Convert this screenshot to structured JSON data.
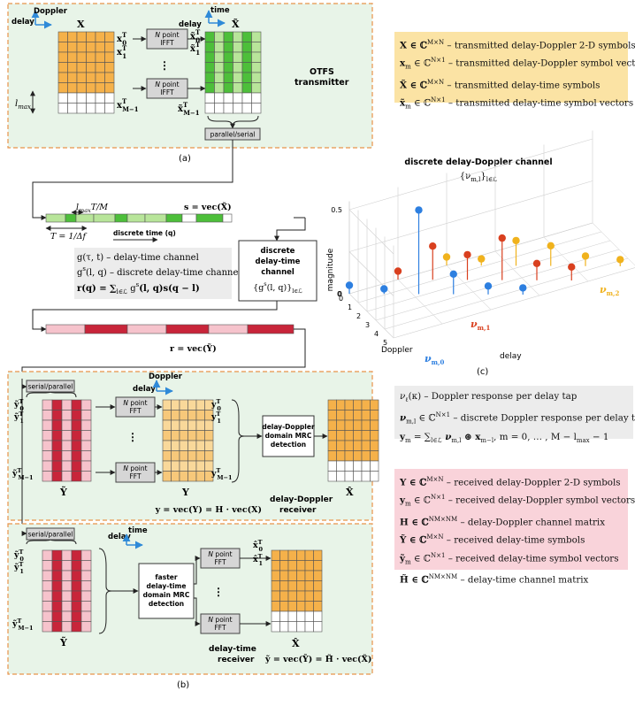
{
  "colors": {
    "panel_fill": "#e8f4e8",
    "panel_border": "#e8934a",
    "orange": "#f5b14a",
    "orange_light": "#f9d89a",
    "green": "#4dbf3a",
    "green_light": "#b8e59a",
    "red": "#c8253a",
    "pink": "#f6c3cc",
    "legend_yellow": "#fbe3a4",
    "legend_pink": "#f9d3da",
    "legend_gray": "#ececec",
    "gray_box": "#d6d6d6",
    "blue_axis": "#2f8ad8",
    "stem_blue": "#2d7fe0",
    "stem_red": "#d9401f",
    "stem_yellow": "#f0b21d"
  },
  "transmitter": {
    "axis_doppler": "Doppler",
    "axis_delay": "delay",
    "axis_delay2": "delay",
    "axis_time": "time",
    "X_label": "X",
    "Xt_label": "X̃",
    "row0": "x",
    "row0_sup": "T",
    "row0_sub": "0",
    "row1": "x",
    "row1_sup": "T",
    "row1_sub": "1",
    "rowM": "x",
    "rowM_sup": "T",
    "rowM_sub": "M−1",
    "trow0": "x̃",
    "trow0_sup": "T",
    "trow0_sub": "0",
    "trow1": "x̃",
    "trow1_sup": "T",
    "trow1_sub": "1",
    "trowM": "x̃",
    "trowM_sup": "T",
    "trowM_sub": "M−1",
    "ifft1_n": "N",
    "ifft1_rest": " point",
    "ifft1_b": "IFFT",
    "ifft2_n": "N",
    "ifft2_rest": " point",
    "ifft2_b": "IFFT",
    "lmax": "l",
    "lmax_sub": "max",
    "title_line1": "OTFS",
    "title_line2": "transmitter",
    "ps": "parallel/serial",
    "caption": "(a)"
  },
  "legend_tx": [
    {
      "sym": "X ∈ ℂ",
      "sup": "M×N",
      "desc": " – transmitted delay-Doppler 2-D symbols"
    },
    {
      "sym": "x",
      "sub": "m",
      "mid": " ∈ ℂ",
      "sup": "N×1",
      "desc": " – transmitted delay-Doppler symbol vectors"
    },
    {
      "sym": "X̃ ∈ ℂ",
      "sup": "M×N",
      "desc": " – transmitted delay-time symbols"
    },
    {
      "sym": "x̃",
      "sub": "m",
      "mid": " ∈ ℂ",
      "sup": "N×1",
      "desc": " – transmitted delay-time symbol vectors"
    }
  ],
  "channel": {
    "lmaxT": "l",
    "lmaxT_sub": "max",
    "lmaxT_rest": "T/M",
    "s_eq": "s = vec(X̃)",
    "T_eq": "T = 1/Δf",
    "discrete_time": "discrete time (q)",
    "g1": "g(τ, t) – delay-time channel",
    "g2": "g",
    "g2_sup": "s",
    "g2_rest": "(l, q) – discrete delay-time channel",
    "rq": "r(q) = ∑",
    "rq_sub": "l∈ℒ",
    "rq_rest": " g",
    "rq_sup": "s",
    "rq_tail": "(l, q)s(q − l)",
    "box_l1": "discrete",
    "box_l2": "delay-time",
    "box_l3": "channel",
    "box_l4": "{g",
    "box_l4_sup": "s",
    "box_l4_rest": "(l, q)}",
    "box_l4_sub": "l∈ℒ",
    "r_eq": "r = vec(Ỹ)"
  },
  "chart_data": {
    "type": "scatter",
    "title": "discrete delay-Doppler channel",
    "subtitle": "{ν",
    "subtitle_sub": "m,l",
    "subtitle_tail": "}",
    "subtitle_tail_sub": "l∈ℒ",
    "zlabel": "magnitude",
    "xlabel": "Doppler",
    "ylabel": "delay",
    "z_ticks": [
      "0.5",
      "0"
    ],
    "doppler_ticks": [
      "0",
      "1",
      "2",
      "3",
      "4",
      "5"
    ],
    "delay_zero": "0",
    "series": [
      {
        "name": "ν",
        "name_sub": "m,0",
        "delay": 0,
        "doppler": [
          0,
          1,
          2,
          3,
          4,
          5
        ],
        "magnitude": [
          0.05,
          0.03,
          0.5,
          0.12,
          0.05,
          0.04
        ]
      },
      {
        "name": "ν",
        "name_sub": "m,1",
        "delay": 1,
        "doppler": [
          0,
          1,
          2,
          3,
          4,
          5
        ],
        "magnitude": [
          0.05,
          0.2,
          0.15,
          0.25,
          0.1,
          0.08
        ]
      },
      {
        "name": "ν",
        "name_sub": "m,2",
        "delay": 2,
        "doppler": [
          0,
          1,
          2,
          3,
          4,
          5
        ],
        "magnitude": [
          0.05,
          0.04,
          0.15,
          0.12,
          0.06,
          0.04
        ]
      }
    ],
    "caption": "(c)"
  },
  "dd_receiver": {
    "serial_parallel": "serial/parallel",
    "delay": "delay",
    "doppler": "Doppler",
    "yt0": "ỹ",
    "yt0_sup": "T",
    "yt0_sub": "0",
    "yt1": "ỹ",
    "yt1_sup": "T",
    "yt1_sub": "1",
    "ytM": "ỹ",
    "ytM_sup": "T",
    "ytM_sub": "M−1",
    "y0": "y",
    "y0_sup": "T",
    "y0_sub": "0",
    "y1": "y",
    "y1_sup": "T",
    "y1_sub": "1",
    "yM": "y",
    "yM_sup": "T",
    "yM_sub": "M−1",
    "fft1_n": "N",
    "fft1_rest": " point",
    "fft1_b": "FFT",
    "fft2_n": "N",
    "fft2_rest": " point",
    "fft2_b": "FFT",
    "Yt_label": "Ỹ",
    "Y_label": "Y",
    "Xhat_label": "X̂",
    "mrc_l1": "delay-Doppler",
    "mrc_l2": "domain MRC",
    "mrc_l3": "detection",
    "title_line1": "delay-Doppler",
    "title_line2": "receiver",
    "eq": "y = vec(Y) = H · vec(X)"
  },
  "legend_mid": [
    {
      "html_sym": "ν",
      "sub": "ℓ",
      "rest": "(κ) – Doppler response per delay tap"
    },
    {
      "html_sym": "ν",
      "sub": "m,l",
      "rest": " ∈ ℂ",
      "sup": "N×1",
      "desc": " – discrete Doppler response per delay tap"
    },
    {
      "html_sym": "y",
      "sub": "m",
      "rest": " = ∑",
      "sub2": "l∈ℒ",
      "rest2": " ν",
      "sub3": "m,l",
      "rest3": " ⊛ x",
      "sub4": "m−l",
      "desc": ",     m = 0, … , M − l",
      "sub5": "max",
      "desc2": " − 1"
    }
  ],
  "legend_rx": [
    {
      "sym": "Y ∈ ℂ",
      "sup": "M×N",
      "desc": " – received delay-Doppler 2-D symbols"
    },
    {
      "sym": "y",
      "sub": "m",
      "mid": " ∈ ℂ",
      "sup": "N×1",
      "desc": " – received delay-Doppler symbol vectors"
    },
    {
      "sym": "H ∈ ℂ",
      "sup": "NM×NM",
      "desc": " – delay-Doppler channel matrix"
    },
    {
      "sym": "Ỹ ∈ ℂ",
      "sup": "M×N",
      "desc": " – received delay-time symbols"
    },
    {
      "sym": "ỹ",
      "sub": "m",
      "mid": " ∈ ℂ",
      "sup": "N×1",
      "desc": " – received delay-time symbol vectors"
    },
    {
      "sym": "H̃ ∈ ℂ",
      "sup": "NM×NM",
      "desc": " – delay-time channel matrix"
    }
  ],
  "dt_receiver": {
    "serial_parallel": "serial/parallel",
    "delay": "delay",
    "time": "time",
    "yt0": "ỹ",
    "yt0_sup": "T",
    "yt0_sub": "0",
    "yt1": "ỹ",
    "yt1_sup": "T",
    "yt1_sub": "1",
    "ytM": "ỹ",
    "ytM_sup": "T",
    "ytM_sub": "M−1",
    "x0": "x̂",
    "x0_sup": "T",
    "x0_sub": "0",
    "x1": "x̂",
    "x1_sup": "T",
    "x1_sub": "1",
    "mrc_l1": "faster",
    "mrc_l2": "delay-time",
    "mrc_l3": "domain MRC",
    "mrc_l4": "detection",
    "fft1_n": "N",
    "fft1_rest": " point",
    "fft1_b": "FFT",
    "fft2_n": "N",
    "fft2_rest": " point",
    "fft2_b": "FFT",
    "Yt_label": "Ỹ",
    "Xhat_label": "X̂",
    "title_line1": "delay-time",
    "title_line2": "receiver",
    "eq": "ỹ = vec(Ỹ) = H̃ · vec(X̃)",
    "caption": "(b)"
  }
}
